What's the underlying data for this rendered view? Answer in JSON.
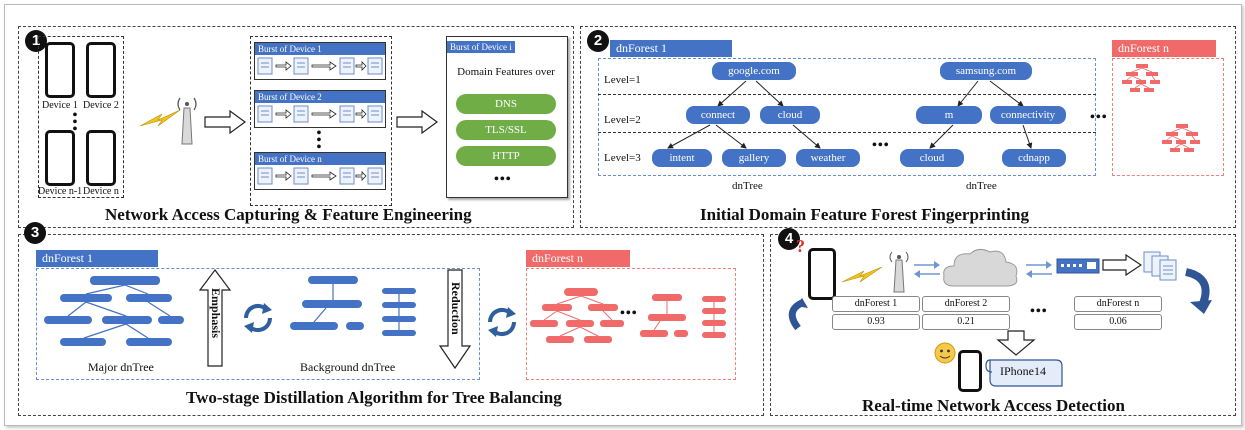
{
  "panel1": {
    "number": "1",
    "title": "Network Access Capturing & Feature Engineering",
    "devices": [
      "Device 1",
      "Device 2",
      "Device n-1",
      "Device n"
    ],
    "bursts": [
      "Burst of Device 1",
      "Burst of Device 2",
      "Burst of Device n"
    ],
    "feature_box": {
      "header": "Burst of Device i",
      "title": "Domain Features over",
      "items": [
        "DNS",
        "TLS/SSL",
        "HTTP"
      ],
      "more": "•••"
    }
  },
  "panel2": {
    "number": "2",
    "title": "Initial Domain Feature Forest Fingerprinting",
    "forest1": "dnForest 1",
    "forestn": "dnForest n",
    "levels": [
      "Level=1",
      "Level=2",
      "Level=3"
    ],
    "tree1": {
      "root": "google.com",
      "level2": [
        "connect",
        "cloud"
      ],
      "level3": [
        "intent",
        "gallery",
        "weather"
      ]
    },
    "tree2": {
      "root": "samsung.com",
      "level2": [
        "m",
        "connectivity"
      ],
      "level3": [
        "cloud",
        "cdnapp"
      ]
    },
    "tree_label": "dnTree",
    "more": "•••"
  },
  "panel3": {
    "number": "3",
    "title": "Two-stage Distillation Algorithm for Tree Balancing",
    "forest1": "dnForest 1",
    "forestn": "dnForest n",
    "major": "Major dnTree",
    "background": "Background dnTree",
    "emphasis": "Emphasis",
    "reduction": "Reduction",
    "more": "•••"
  },
  "panel4": {
    "number": "4",
    "title": "Real-time Network Access Detection",
    "forests": [
      "dnForest 1",
      "dnForest 2",
      "dnForest n"
    ],
    "scores": [
      "0.93",
      "0.21",
      "0.06"
    ],
    "result": "IPhone14",
    "question": "?",
    "more": "•••"
  },
  "colors": {
    "blue": "#4472c4",
    "red": "#f06a6a",
    "green": "#70ad47"
  }
}
